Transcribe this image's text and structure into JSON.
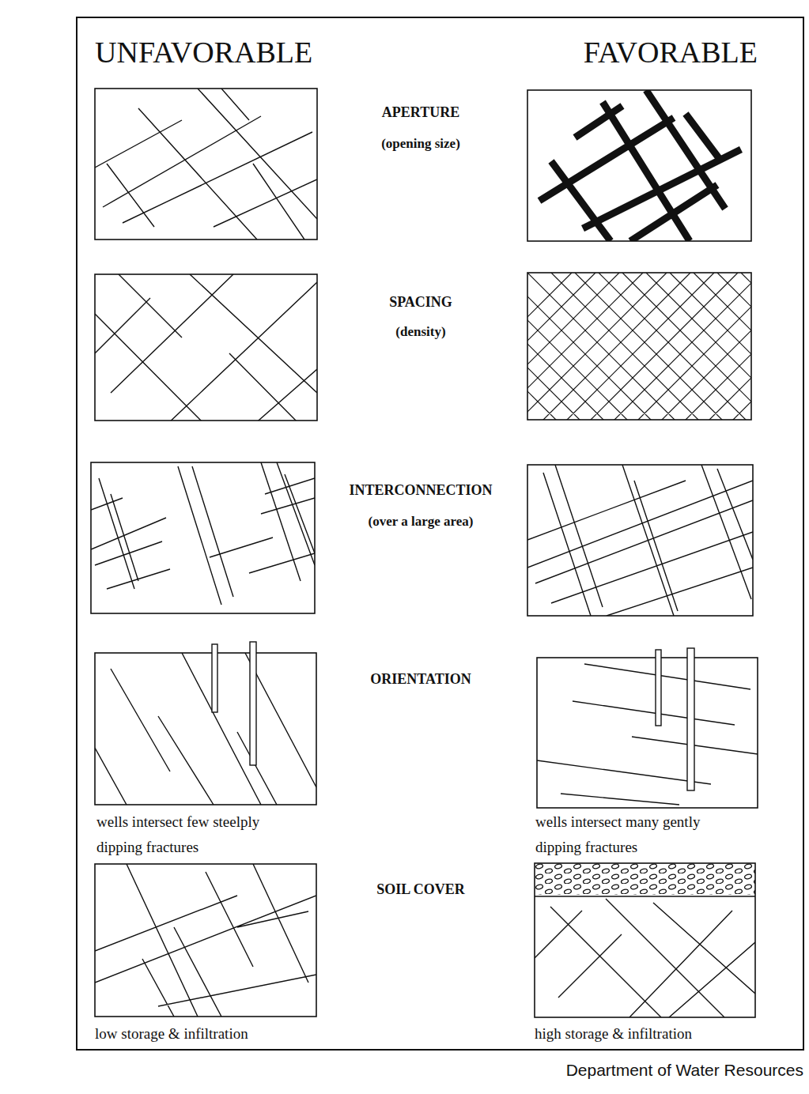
{
  "diagram": {
    "labels": [
      "UNFAVORABLE",
      "FAVORABLE",
      "APERTURE",
      "(opening size)",
      "SPACING",
      "(density)",
      "INTERCONNECTION",
      "(over a large area)",
      "ORIENTATION",
      "wells intersect few steelply dipping fractures",
      "wells intersect many gently dipping fractures",
      "SOIL COVER",
      "low storage & infiltration",
      "high storage & infiltration",
      "Department of Water Resources"
    ]
  }
}
